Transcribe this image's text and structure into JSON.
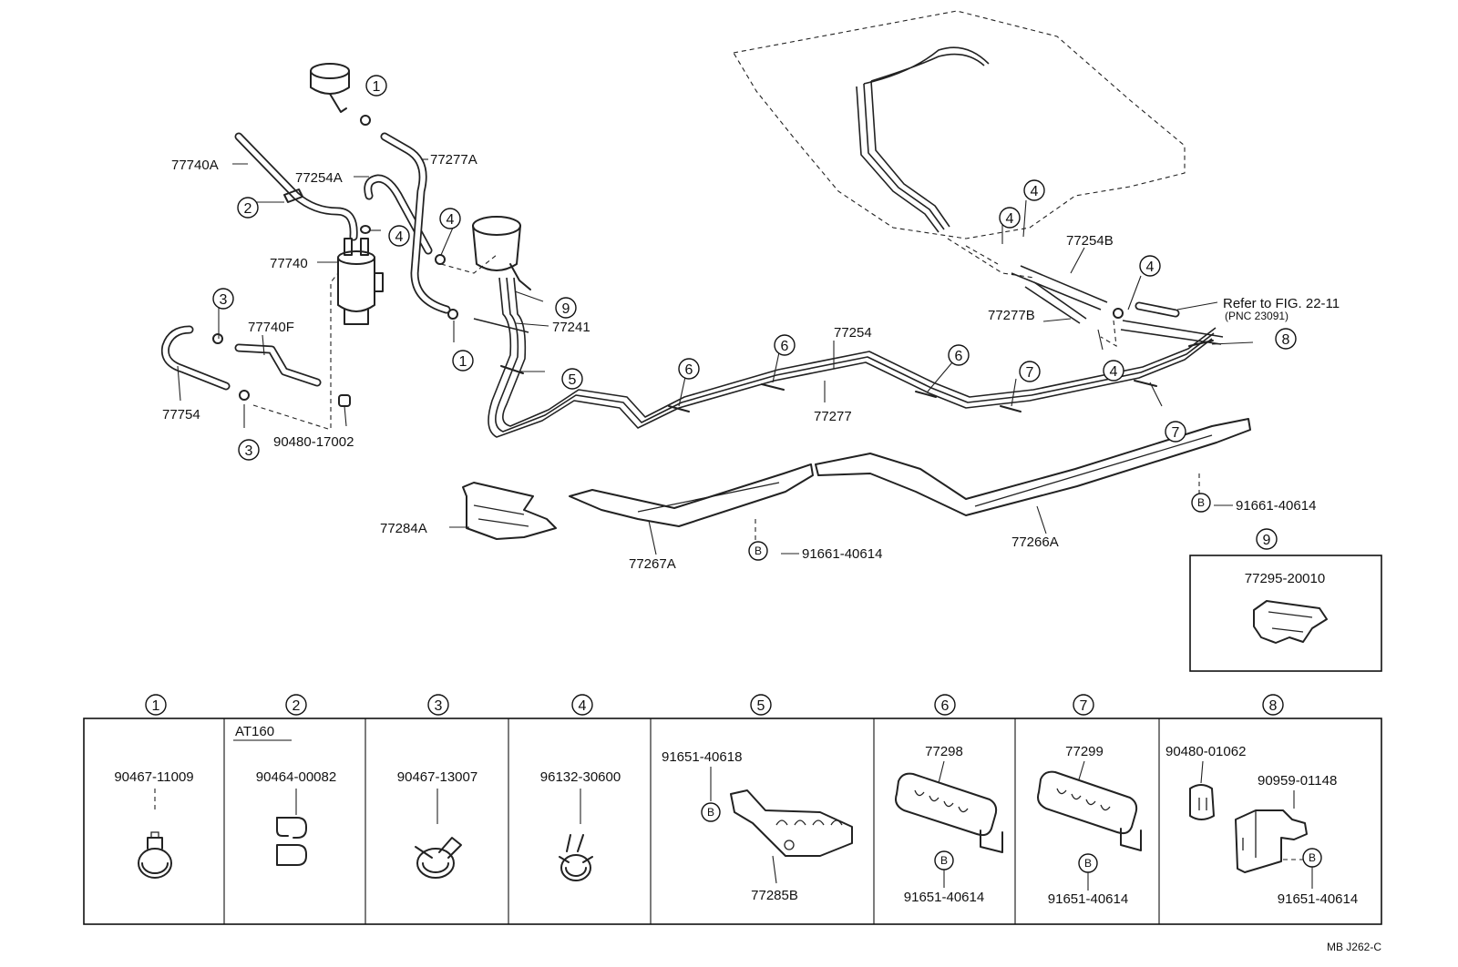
{
  "diagram_id": "MB J262-C",
  "reference": {
    "line1": "Refer to FIG. 22-11",
    "line2": "(PNC 23091)"
  },
  "bolt_badge_letter": "B",
  "main_labels": [
    "77740A",
    "77254A",
    "77277A",
    "77740",
    "77740F",
    "77754",
    "90480-17002",
    "77241",
    "77254",
    "77277",
    "77254B",
    "77277B",
    "91661-40614",
    "91661-40614",
    "77266A",
    "77267A",
    "77284A"
  ],
  "callouts": [
    "1",
    "2",
    "3",
    "4",
    "5",
    "6",
    "7",
    "8",
    "9"
  ],
  "inset_9": {
    "number": "9",
    "part": "77295-20010"
  },
  "bottom_panels": [
    {
      "number": "1",
      "note": "",
      "parts": [
        "90467-11009"
      ]
    },
    {
      "number": "2",
      "note": "AT160",
      "parts": [
        "90464-00082"
      ]
    },
    {
      "number": "3",
      "note": "",
      "parts": [
        "90467-13007"
      ]
    },
    {
      "number": "4",
      "note": "",
      "parts": [
        "96132-30600"
      ]
    },
    {
      "number": "5",
      "note": "",
      "parts": [
        "91651-40618",
        "77285B"
      ]
    },
    {
      "number": "6",
      "note": "",
      "parts": [
        "77298",
        "91651-40614"
      ]
    },
    {
      "number": "7",
      "note": "",
      "parts": [
        "77299",
        "91651-40614"
      ]
    },
    {
      "number": "8",
      "note": "",
      "parts": [
        "90480-01062",
        "90959-01148",
        "91651-40614"
      ]
    }
  ]
}
